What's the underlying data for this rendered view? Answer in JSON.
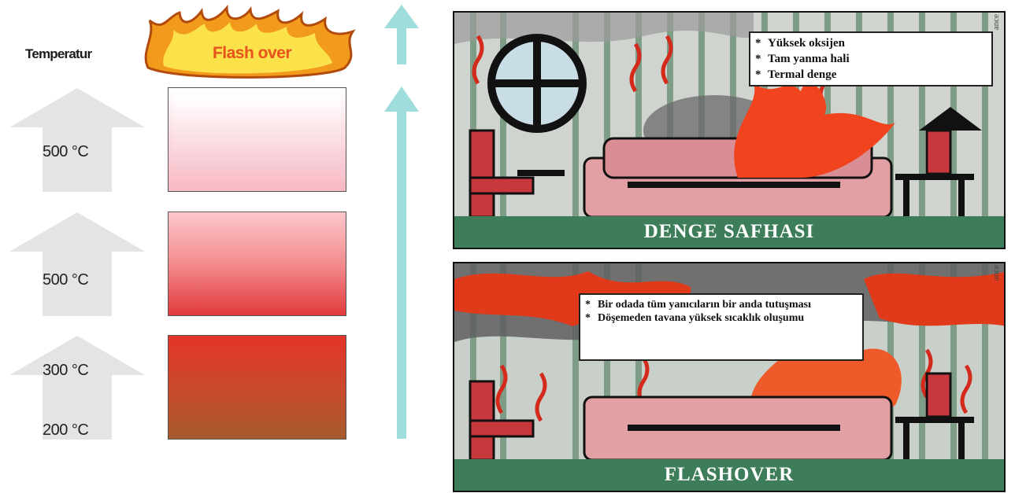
{
  "left": {
    "temperature_label": "Temperatur",
    "flash_label": "Flash over",
    "levels": [
      {
        "label": "500 °C"
      },
      {
        "label": "500 °C"
      },
      {
        "label": "300 °C"
      },
      {
        "label": "200 °C"
      }
    ]
  },
  "panels": [
    {
      "banner": "DENGE SAFHASI",
      "notes": [
        "Yüksek oksijen",
        "Tam yanma hali",
        "Termal denge"
      ],
      "signature": "ance"
    },
    {
      "banner": "FLASHOVER",
      "notes": [
        "Bir odada tüm yanıcıların bir anda tutuşması",
        "Döşemeden tavana yüksek sıcaklık oluşumu"
      ],
      "signature": "ance"
    }
  ],
  "colors": {
    "arrow_teal": "#9fdcdc",
    "banner_green": "#3e7d59",
    "flame_orange": "#f29a1c",
    "flame_yellow": "#fbe14a",
    "fire_red": "#f0431e"
  }
}
